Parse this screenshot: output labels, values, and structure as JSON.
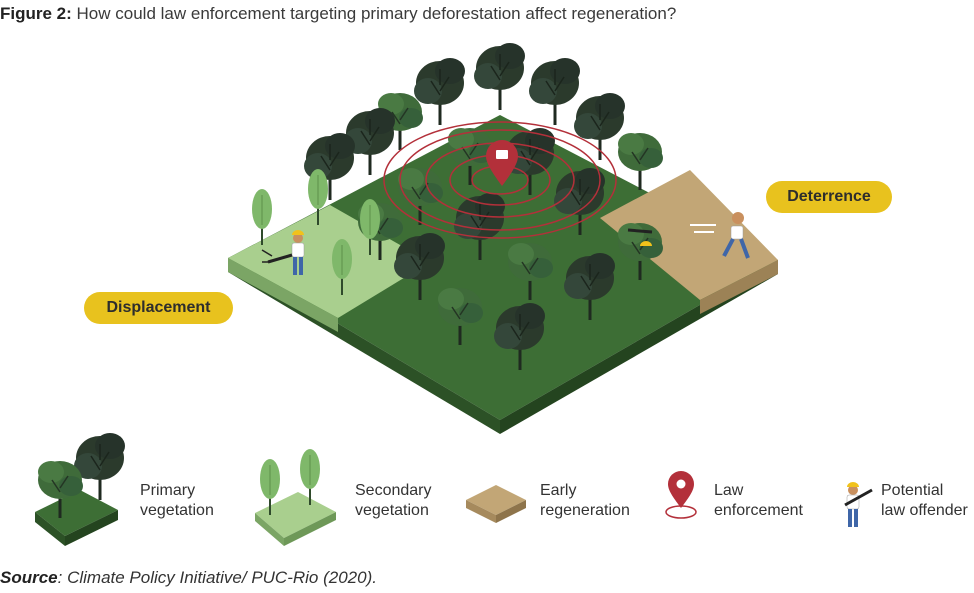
{
  "title": {
    "prefix": "Figure 2:",
    "text": "How could law enforcement targeting primary deforestation affect regeneration?"
  },
  "callouts": {
    "displacement": "Displacement",
    "deterrence": "Deterrence"
  },
  "legend": {
    "primary": {
      "line1": "Primary",
      "line2": "vegetation"
    },
    "secondary": {
      "line1": "Secondary",
      "line2": "vegetation"
    },
    "early": {
      "line1": "Early",
      "line2": "regeneration"
    },
    "law": {
      "line1": "Law",
      "line2": "enforcement"
    },
    "offender": {
      "line1": "Potential",
      "line2": "law offender"
    }
  },
  "source": {
    "prefix": "Source",
    "text": ": Climate Policy Initiative/ PUC-Rio (2020)."
  },
  "colors": {
    "primary_dark": "#2f3e30",
    "primary_mid": "#3f6b3a",
    "primary_ground": "#3d6e35",
    "secondary_ground": "#a9cf8e",
    "secondary_tree": "#7fb86a",
    "early_ground": "#c2a676",
    "pin": "#b3303a",
    "pill": "#e8c21e",
    "worker_shirt": "#ffffff",
    "worker_pants": "#3f66a8",
    "helmet": "#f1c21b"
  }
}
